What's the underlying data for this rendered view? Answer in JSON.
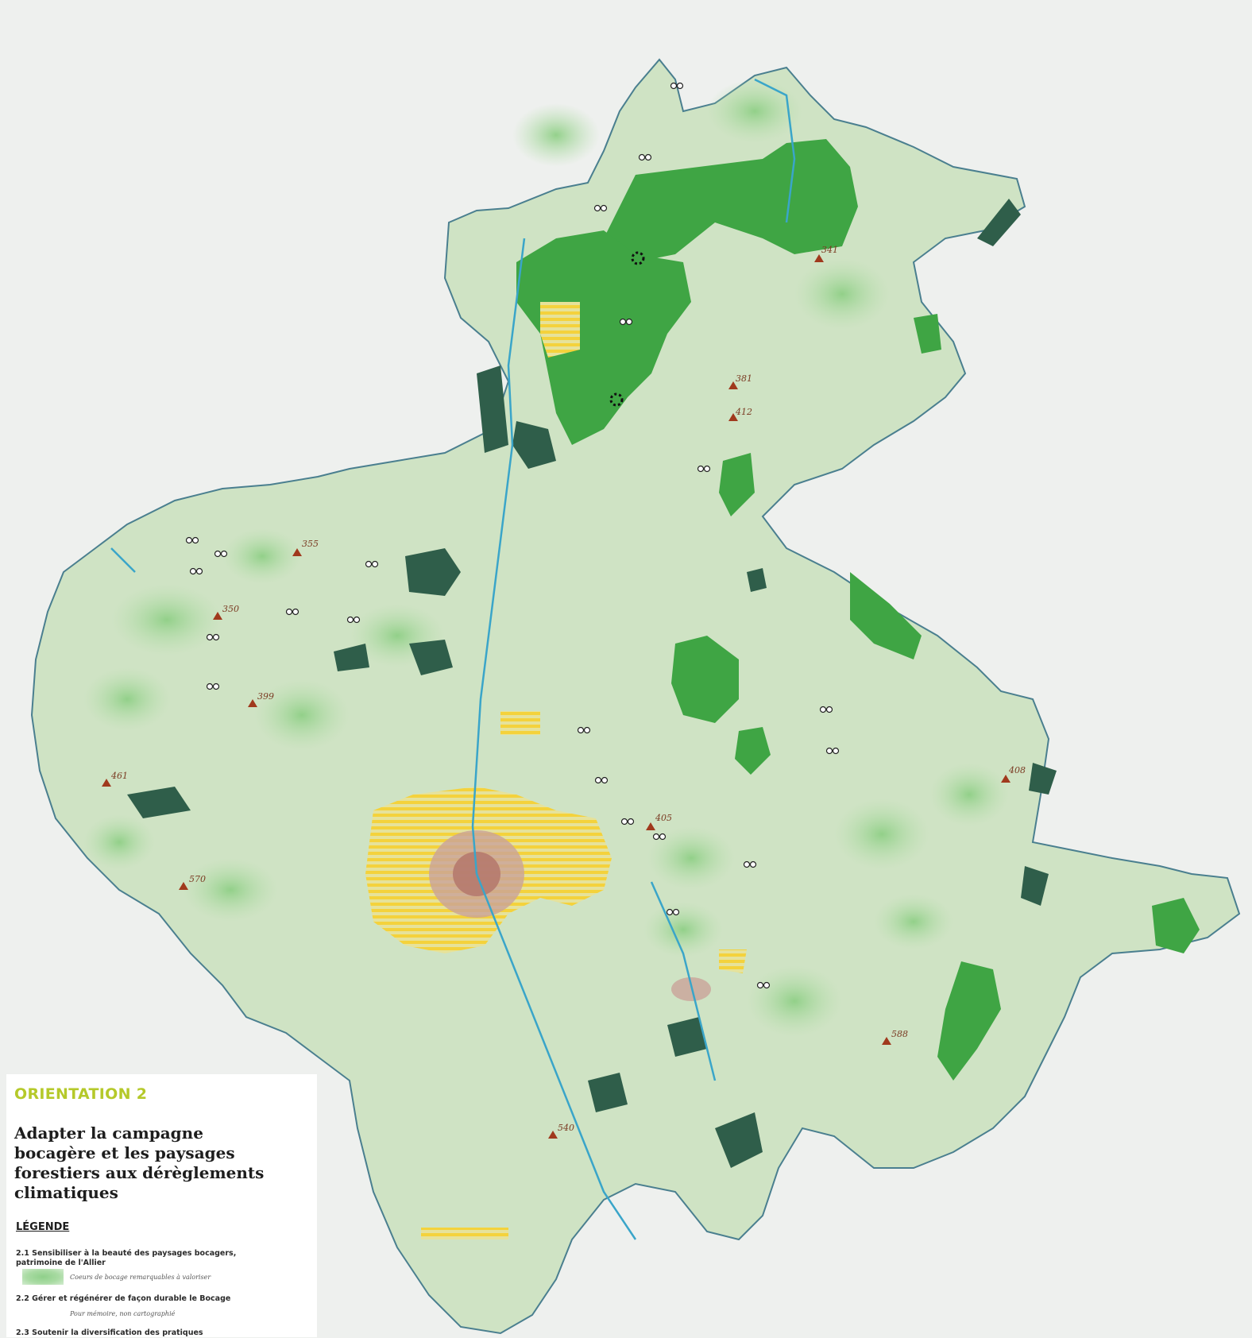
{
  "map": {
    "peaks": [
      {
        "label": "341"
      },
      {
        "label": "381"
      },
      {
        "label": "412"
      },
      {
        "label": "355"
      },
      {
        "label": "350"
      },
      {
        "label": "399"
      },
      {
        "label": "461"
      },
      {
        "label": "405"
      },
      {
        "label": "408"
      },
      {
        "label": "570"
      },
      {
        "label": "588"
      },
      {
        "label": "540"
      }
    ],
    "colors": {
      "territory": "#cfe3c4",
      "bocage_heart": "#9ad38f",
      "forest_large": "#3fa544",
      "forest_dark": "#2f5e4a",
      "river": "#3aa5c9",
      "urban": "#c9a39a",
      "yellow_hatch": "#f4d23c",
      "peak": "#a0391d"
    }
  },
  "legend": {
    "orientation": "ORIENTATION 2",
    "title": "Adapter la campagne bocagère et les paysages forestiers aux dérèglements climatiques",
    "heading": "LÉGENDE",
    "item_2_1": "2.1 Sensibiliser à la beauté des paysages bocagers, patrimoine de l'Allier",
    "item_2_1_caption": "Coeurs de bocage remarquables à valoriser",
    "item_2_2": "2.2 Gérer et régénérer de façon durable le Bocage",
    "item_2_2_caption": "Pour mémoire, non cartographié",
    "item_2_3": "2.3 Soutenir la diversification des pratiques"
  }
}
